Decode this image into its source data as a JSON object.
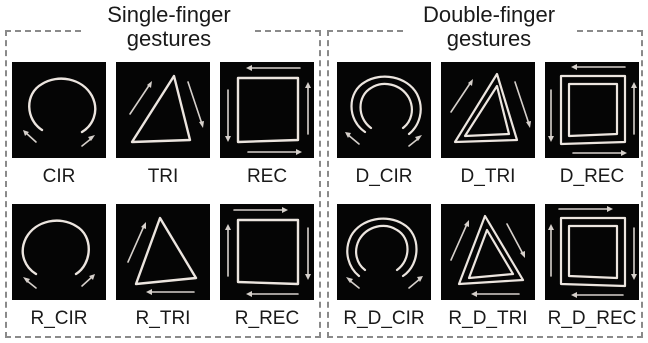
{
  "groups": {
    "single": {
      "title_line1": "Single-finger",
      "title_line2": "gestures"
    },
    "double": {
      "title_line1": "Double-finger",
      "title_line2": "gestures"
    }
  },
  "labels": {
    "cir": "CIR",
    "tri": "TRI",
    "rec": "REC",
    "d_cir": "D_CIR",
    "d_tri": "D_TRI",
    "d_rec": "D_REC",
    "r_cir": "R_CIR",
    "r_tri": "R_TRI",
    "r_rec": "R_REC",
    "r_d_cir": "R_D_CIR",
    "r_d_tri": "R_D_TRI",
    "r_d_rec": "R_D_REC"
  },
  "colors": {
    "tile_bg": "#050505",
    "stroke": "#ece5df",
    "dash_border": "#8a8a8a"
  }
}
